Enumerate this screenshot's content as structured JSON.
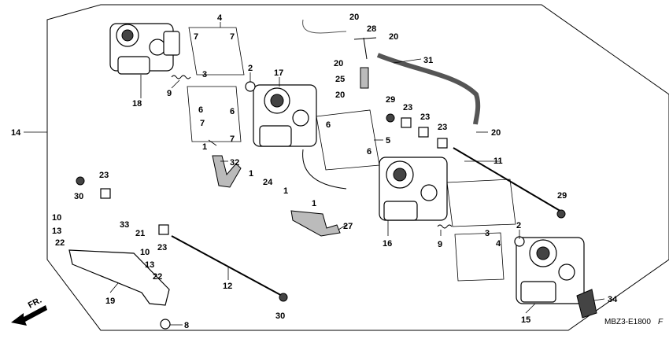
{
  "diagram": {
    "code": "MBZ3-E1800",
    "code_suffix": "F",
    "direction_label": "FR.",
    "callouts": [
      {
        "id": "c4a",
        "text": "4"
      },
      {
        "id": "c7a",
        "text": "7"
      },
      {
        "id": "c7b",
        "text": "7"
      },
      {
        "id": "c2a",
        "text": "2"
      },
      {
        "id": "c17",
        "text": "17"
      },
      {
        "id": "c18",
        "text": "18"
      },
      {
        "id": "c9a",
        "text": "9"
      },
      {
        "id": "c3a",
        "text": "3"
      },
      {
        "id": "c6a",
        "text": "6"
      },
      {
        "id": "c7c",
        "text": "7"
      },
      {
        "id": "c6b",
        "text": "6"
      },
      {
        "id": "c7d",
        "text": "7"
      },
      {
        "id": "c1a",
        "text": "1"
      },
      {
        "id": "c32",
        "text": "32"
      },
      {
        "id": "c14",
        "text": "14"
      },
      {
        "id": "c20a",
        "text": "20"
      },
      {
        "id": "c28",
        "text": "28"
      },
      {
        "id": "c20b",
        "text": "20"
      },
      {
        "id": "c31",
        "text": "31"
      },
      {
        "id": "c20c",
        "text": "20"
      },
      {
        "id": "c25",
        "text": "25"
      },
      {
        "id": "c20d",
        "text": "20"
      },
      {
        "id": "c29a",
        "text": "29"
      },
      {
        "id": "c23a",
        "text": "23"
      },
      {
        "id": "c23b",
        "text": "23"
      },
      {
        "id": "c23c",
        "text": "23"
      },
      {
        "id": "c20e",
        "text": "20"
      },
      {
        "id": "c6c",
        "text": "6"
      },
      {
        "id": "c5",
        "text": "5"
      },
      {
        "id": "c6d",
        "text": "6"
      },
      {
        "id": "c11",
        "text": "11"
      },
      {
        "id": "c29b",
        "text": "29"
      },
      {
        "id": "c23d",
        "text": "23"
      },
      {
        "id": "c30a",
        "text": "30"
      },
      {
        "id": "c10a",
        "text": "10"
      },
      {
        "id": "c13a",
        "text": "13"
      },
      {
        "id": "c22a",
        "text": "22"
      },
      {
        "id": "c33",
        "text": "33"
      },
      {
        "id": "c21",
        "text": "21"
      },
      {
        "id": "c23e",
        "text": "23"
      },
      {
        "id": "c10b",
        "text": "10"
      },
      {
        "id": "c13b",
        "text": "13"
      },
      {
        "id": "c22b",
        "text": "22"
      },
      {
        "id": "c1b",
        "text": "1"
      },
      {
        "id": "c24",
        "text": "24"
      },
      {
        "id": "c1c",
        "text": "1"
      },
      {
        "id": "c1d",
        "text": "1"
      },
      {
        "id": "c27",
        "text": "27"
      },
      {
        "id": "c16",
        "text": "16"
      },
      {
        "id": "c9b",
        "text": "9"
      },
      {
        "id": "c3b",
        "text": "3"
      },
      {
        "id": "c4b",
        "text": "4"
      },
      {
        "id": "c2b",
        "text": "2"
      },
      {
        "id": "c12",
        "text": "12"
      },
      {
        "id": "c19",
        "text": "19"
      },
      {
        "id": "c30b",
        "text": "30"
      },
      {
        "id": "c8",
        "text": "8"
      },
      {
        "id": "c15",
        "text": "15"
      },
      {
        "id": "c34",
        "text": "34"
      }
    ]
  }
}
